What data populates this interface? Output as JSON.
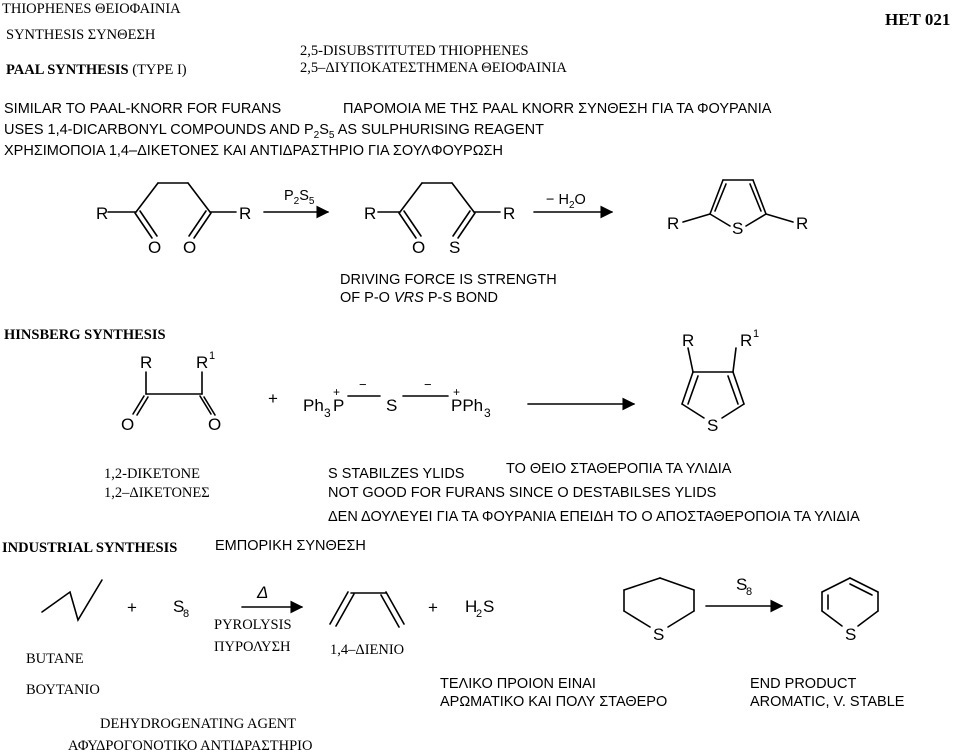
{
  "header": {
    "topic": "THIOPHENES ΘΕΙΟΦΑΙΝΙΑ",
    "synthesis": "SYNTHESIS ΣΥΝΘΕΣΗ",
    "paal_title_bold": "PAAL SYNTHESIS",
    "paal_title_type": "(TYPE I)",
    "subtitle_en": "2,5-DISUBSTITUTED THIOPHENES",
    "subtitle_gr": "2,5–ΔΙΥΠΟΚΑΤΕΣΤΗΜΕΝΑ ΘΕΙΟΦΑΙΝΙΑ",
    "code": "HET 021"
  },
  "paal": {
    "similar_en": "SIMILAR TO PAAL-KNORR FOR FURANS",
    "similar_gr": "ΠΑΡΟΜΟΙΑ ΜΕ ΤΗΣ PAAL KNORR ΣΥΝΘΕΣΗ ΓΙΑ ΤΑ ΦΟΥΡΑΝΙΑ",
    "uses_start": "USES 1,4-DICARBONYL COMPOUNDS AND P",
    "uses_sub1": "2",
    "uses_mid": "S",
    "uses_sub2": "5",
    "uses_end": " AS SULPHURISING REAGENT",
    "uses_gr": "ΧΡΗΣΙΜΟΠΟΙΑ 1,4–ΔΙΚΕΤΟΝΕΣ ΚΑΙ ΑΝΤΙΔΡΑΣΤΗΡΙΟ ΓΙΑ ΣΟΥΛΦΟΥΡΩΣΗ",
    "reagent": {
      "p": "P",
      "p_sub": "2",
      "s": "S",
      "s_sub": "5"
    },
    "water": {
      "minus": "−",
      "h": "H",
      "h_sub": "2",
      "o": "O"
    },
    "driving_1": "DRIVING FORCE IS STRENGTH",
    "driving_2a": "OF P-O",
    "driving_2b": "VRS",
    "driving_2c": "P-S BOND",
    "atoms": {
      "R": "R",
      "O": "O",
      "S": "S"
    }
  },
  "hinsberg": {
    "title": "HINSBERG SYNTHESIS",
    "R": "R",
    "R1": "R",
    "sup1": "1",
    "plus": "+",
    "ylid_left": "Ph",
    "ylid_left_sub": "3",
    "ylid_P": "P",
    "ylid_S": "S",
    "ylid_right": "PPh",
    "ylid_right_sub": "3",
    "charge_plus": "+",
    "charge_minus": "−",
    "O": "O",
    "S": "S",
    "diketone_en": "1,2-DIKETONE",
    "diketone_gr": "1,2–ΔΙΚΕΤΟΝΕΣ",
    "stab_en": "S STABILZES YLIDS",
    "stab_gr": "ΤΟ ΘΕΙΟ ΣΤΑΘΕΡΟΠΙΑ ΤΑ ΥΛΙΔΙΑ",
    "notgood_en": "NOT GOOD FOR FURANS SINCE O DESTABILSES YLIDS",
    "notgood_gr": "ΔΕΝ ΔΟΥΛΕΥΕΙ ΓΙΑ ΤΑ ΦΟΥΡΑΝΙΑ ΕΠΕΙΔΗ ΤΟ Ο ΑΠΟΣΤΑΘΕΡΟΠΟΙΑ ΤΑ ΥΛΙΔΙΑ"
  },
  "industrial": {
    "title": "INDUSTRIAL SYNTHESIS",
    "title_gr": "ΕΜΠΟΡΙΚΗ ΣΥΝΘΕΣΗ",
    "plus": "+",
    "s8": "S",
    "s8_sub": "8",
    "delta": "Δ",
    "pyrolysis_en": "PYROLYSIS",
    "pyrolysis_gr": "ΠΥΡΟΛΥΣΗ",
    "h2s": "H",
    "h2s_sub": "2",
    "h2s_s": "S",
    "butane_en": "BUTANE",
    "butane_gr": "ΒΟΥΤΑΝΙΟ",
    "diene_gr": "1,4–ΔΙΕΝΙΟ",
    "agent_en": "DEHYDROGENATING AGENT",
    "agent_gr": "ΑΦΥΔΡΟΓΟΝΟΤΙΚΟ ΑΝΤΙΔΡΑΣΤΗΡΙΟ",
    "final_gr_1": "ΤΕΛΙΚΟ ΠΡΟΙΟΝ ΕΙΝΑΙ",
    "final_gr_2": "ΑΡΩΜΑΤΙΚΟ ΚΑΙ ΠΟΛΥ ΣΤΑΘΕΡΟ",
    "final_en_1": "END PRODUCT",
    "final_en_2": "AROMATIC, V. STABLE",
    "S": "S"
  }
}
